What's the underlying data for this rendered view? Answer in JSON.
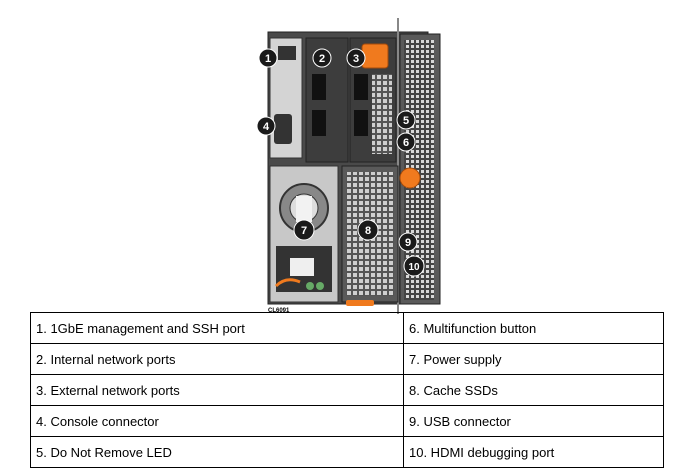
{
  "figure": {
    "id_label": "CL6091",
    "callouts": [
      "1",
      "2",
      "3",
      "4",
      "5",
      "6",
      "7",
      "8",
      "9",
      "10"
    ]
  },
  "legend": {
    "rows": [
      {
        "left": "1. 1GbE management and SSH port",
        "right": "6. Multifunction button"
      },
      {
        "left": "2. Internal network ports",
        "right": "7. Power supply"
      },
      {
        "left": "3. External network ports",
        "right": "8. Cache SSDs"
      },
      {
        "left": "4. Console connector",
        "right": "9. USB connector"
      },
      {
        "left": "5. Do Not Remove LED",
        "right": "10. HDMI debugging port"
      }
    ]
  },
  "colors": {
    "chassis": "#3a3a3a",
    "chassis_light": "#cfcfcf",
    "handle_orange": "#f07a1e",
    "callout_fill": "#1a1a1a",
    "callout_text": "#ffffff"
  }
}
